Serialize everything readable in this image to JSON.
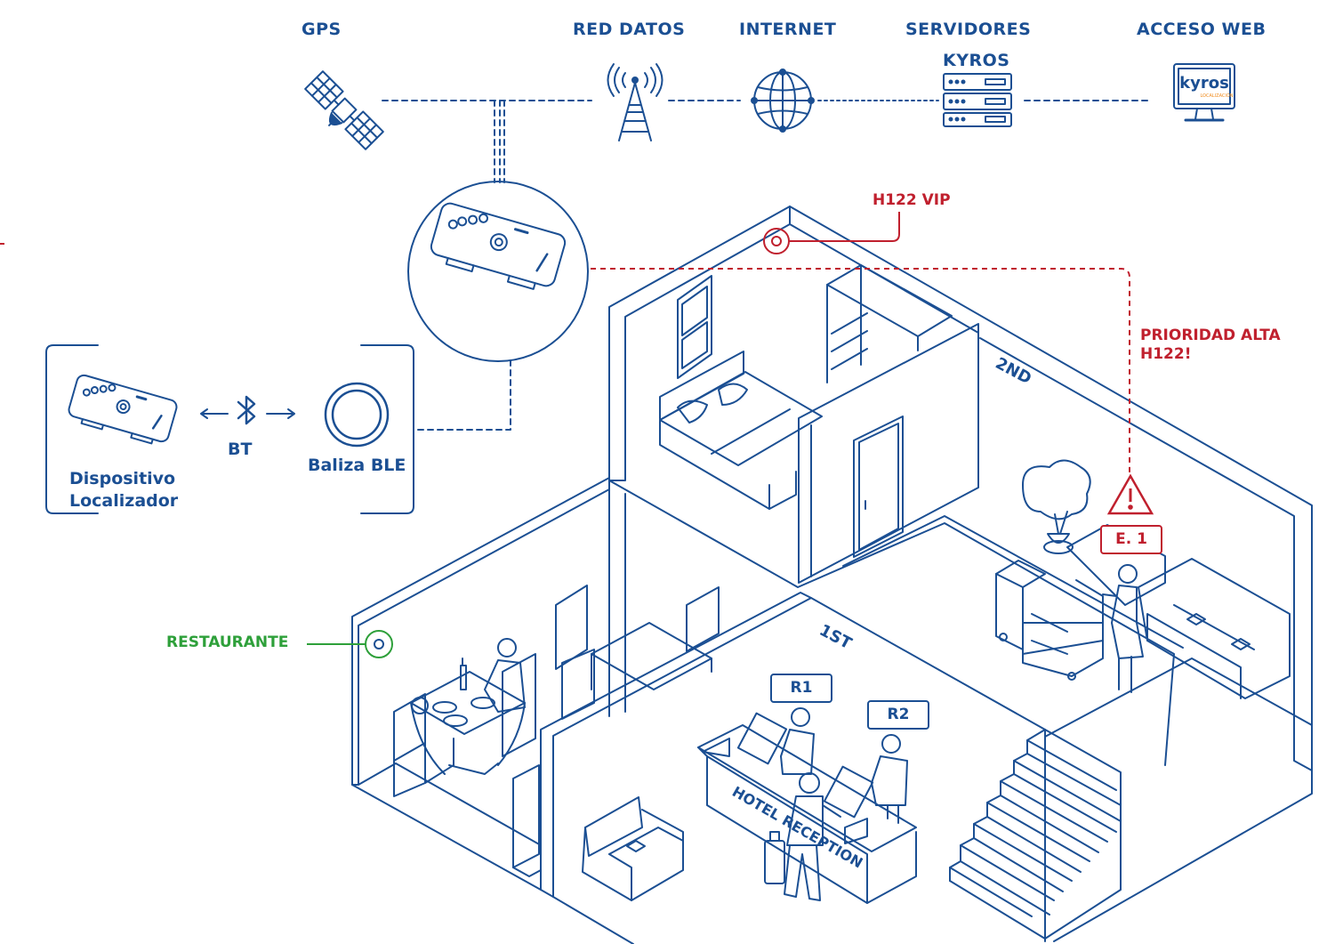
{
  "colors": {
    "line": "#1b4f93",
    "alert": "#c0202e",
    "zone": "#2ea03a",
    "kyros_orange": "#f08c1e"
  },
  "top_chain": {
    "gps": "GPS",
    "red_datos": "RED DATOS",
    "internet": "INTERNET",
    "servidores_line1": "SERVIDORES",
    "servidores_line2": "KYROS",
    "acceso_web": "ACCESO WEB"
  },
  "icons": {
    "gps": "satellite-icon",
    "red_datos": "cell-tower-icon",
    "internet": "globe-icon",
    "servidores": "server-rack-icon",
    "acceso_web": "monitor-icon",
    "bt": "bluetooth-icon",
    "baliza": "ble-beacon-icon",
    "alert": "warning-triangle-icon"
  },
  "monitor_logo": {
    "brand": "kyros",
    "sub": "LOCALIZACIÓN"
  },
  "legend_box": {
    "device_line1": "Dispositivo",
    "device_line2": "Localizador",
    "bt_label": "BT",
    "beacon_label": "Baliza BLE"
  },
  "annotations": {
    "h122_vip": "H122 VIP",
    "prioridad_line1": "PRIORIDAD ALTA",
    "prioridad_line2": "H122!",
    "restaurante": "RESTAURANTE"
  },
  "tags": {
    "e1": "E. 1",
    "r1": "R1",
    "r2": "R2"
  },
  "floors": {
    "second": "2ND",
    "first": "1ST"
  },
  "reception_sign": "HOTEL RECEPTION"
}
